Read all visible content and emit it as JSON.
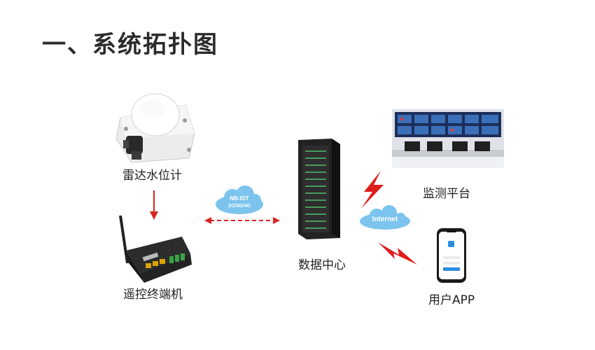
{
  "title": "一、系统拓扑图",
  "nodes": {
    "radar": {
      "label": "雷达水位计"
    },
    "rtu": {
      "label": "遥控终端机"
    },
    "datacenter": {
      "label": "数据中心"
    },
    "monitor": {
      "label": "监测平台"
    },
    "app": {
      "label": "用户APP"
    }
  },
  "networks": {
    "wireless": {
      "line1": "NB-IOT",
      "line2": "2G/3G/4G"
    },
    "internet": {
      "label": "Internet"
    }
  },
  "colors": {
    "arrow_red": "#d9231f",
    "cloud_blue": "#7cc4ee",
    "bolt_red": "#e01b1b"
  }
}
